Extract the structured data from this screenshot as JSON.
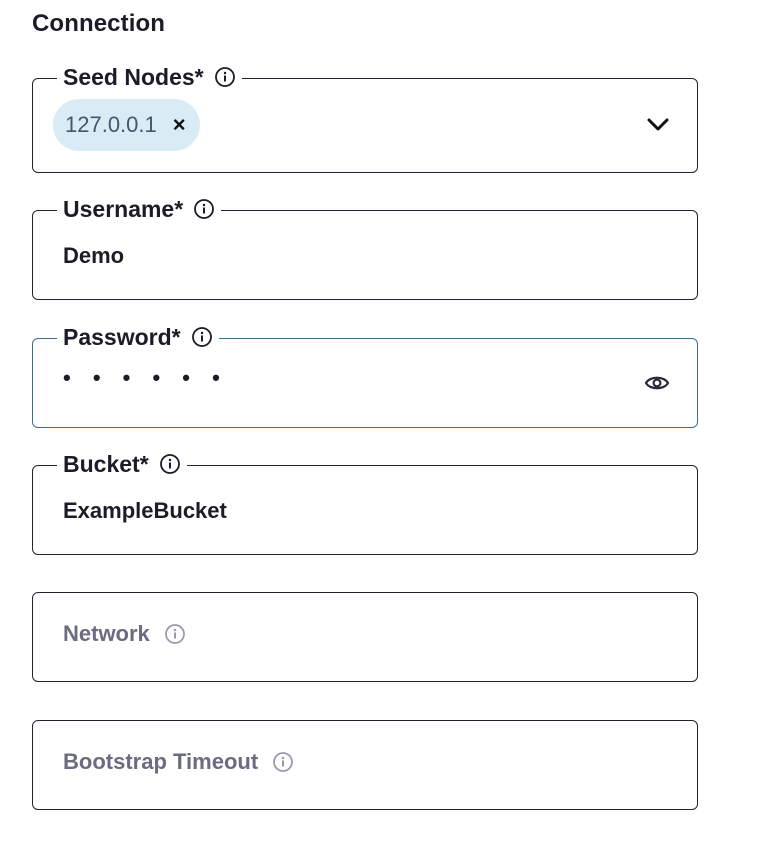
{
  "section": {
    "title": "Connection"
  },
  "fields": {
    "seed_nodes": {
      "label": "Seed Nodes*",
      "chip": "127.0.0.1",
      "remove": "×"
    },
    "username": {
      "label": "Username*",
      "value": "Demo"
    },
    "password": {
      "label": "Password*",
      "value": "• • • • • •"
    },
    "bucket": {
      "label": "Bucket*",
      "value": "ExampleBucket"
    },
    "network": {
      "label": "Network",
      "value": ""
    },
    "bootstrap_timeout": {
      "label": "Bootstrap Timeout",
      "value": ""
    }
  },
  "icons": {
    "info": "info-icon",
    "chevron": "chevron-down-icon",
    "visibility": "eye-icon"
  },
  "colors": {
    "chip_bg": "#d9ecf6",
    "focus_border": "#3e6f91",
    "border": "#23232f",
    "placeholder": "#6b6b82"
  }
}
